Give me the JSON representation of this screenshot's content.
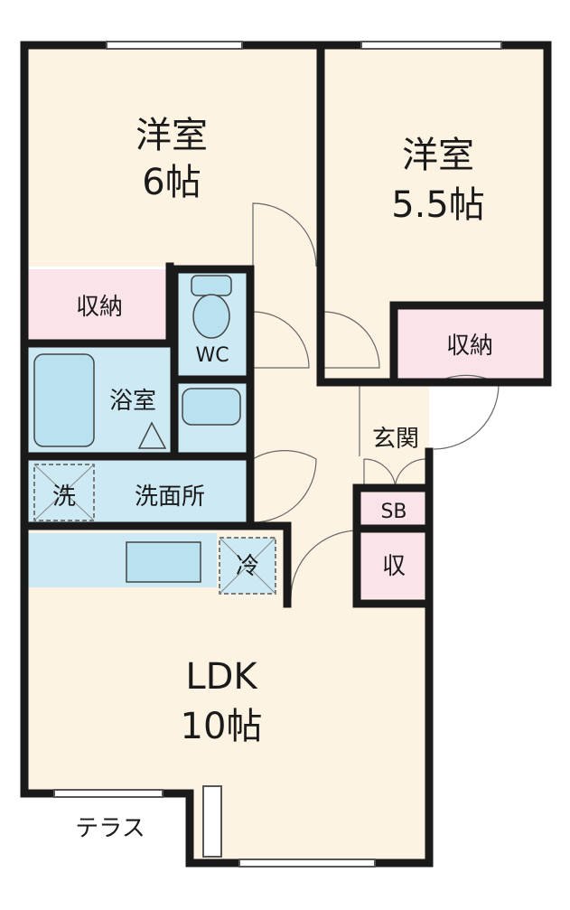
{
  "rooms": {
    "western_room_a": {
      "name": "洋室",
      "size": "6帖"
    },
    "western_room_b": {
      "name": "洋室",
      "size": "5.5帖"
    },
    "closet_a": "収納",
    "closet_b": "収納",
    "toilet": "WC",
    "bath": "浴室",
    "entrance": "玄関",
    "washroom": "洗面所",
    "washer": "洗",
    "shoe_box": "SB",
    "storage": "収",
    "fridge": "冷",
    "ldk": {
      "name": "LDK",
      "size": "10帖"
    },
    "terrace": "テラス"
  },
  "colors": {
    "wall": "#1a1a1a",
    "room_fill": "#fdf3e3",
    "wet_fill": "#cce9f4",
    "closet_fill": "#fbe3ea",
    "fixture_fill": "#b9e1f0"
  }
}
